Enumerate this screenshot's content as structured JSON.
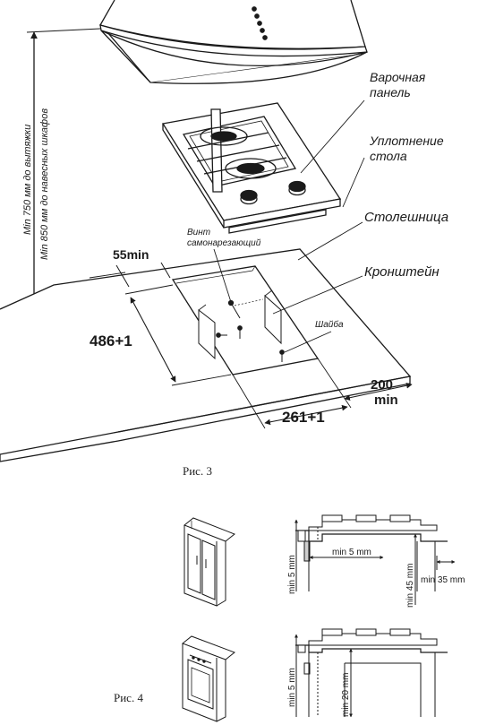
{
  "figure3": {
    "caption": "Рис. 3",
    "labels": {
      "hob": [
        "Варочная",
        "панель"
      ],
      "seal": [
        "Уплотнение",
        "стола"
      ],
      "worktop": "Столешница",
      "bracket": "Кронштейн",
      "screw": [
        "Винт",
        "самонарезающий"
      ],
      "washer": "Шайба"
    },
    "dimensions": {
      "min_hood": "Min 750 мм до вытяжки",
      "min_cabinets": "Min 850 мм до навесных шкафов",
      "front_gap": "55min",
      "depth": "486+1",
      "width": "261+1",
      "side_gap_value": "200",
      "side_gap_unit": "min"
    }
  },
  "figure4": {
    "caption": "Рис. 4",
    "top": {
      "min_5_vertical": "min 5 mm",
      "min_5_horizontal": "min 5 mm",
      "min_45": "min 45 mm",
      "min_35": "min 35 mm"
    },
    "bottom": {
      "min_5_vertical": "min 5 mm",
      "min_20": "min 20 mm"
    }
  },
  "colors": {
    "line": "#1a1a1a",
    "accent_gray": "#cfcfcf"
  }
}
